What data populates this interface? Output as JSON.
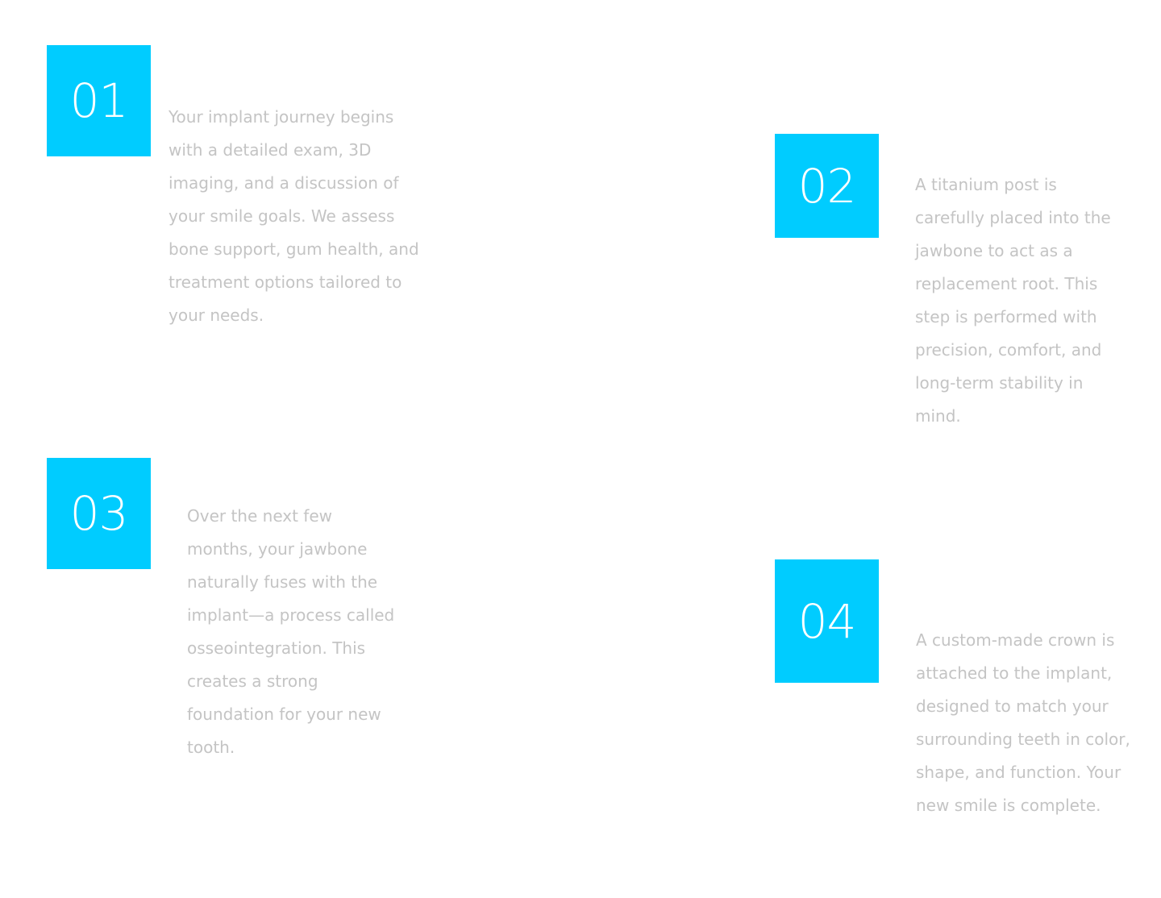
{
  "steps": [
    {
      "number": "01",
      "description": "Your implant journey begins with a detailed exam, 3D imaging, and a discussion of your smile goals. We assess bone support, gum health, and treatment options tailored to your needs."
    },
    {
      "number": "02",
      "description": "A titanium post is carefully placed into the jawbone to act as a replacement root. This step is performed with precision, comfort, and long-term stability in mind."
    },
    {
      "number": "03",
      "description": "Over the next few months, your jawbone naturally fuses with the implant—a process called osseointegration. This creates a strong foundation for your new tooth."
    },
    {
      "number": "04",
      "description": "A custom-made crown is attached to the implant, designed to match your surrounding teeth in color, shape, and function. Your new smile is complete."
    }
  ],
  "colors": {
    "accent": "#00ccff",
    "number_text": "#ffffff",
    "body_text": "#c4c4c4",
    "background": "#ffffff"
  }
}
